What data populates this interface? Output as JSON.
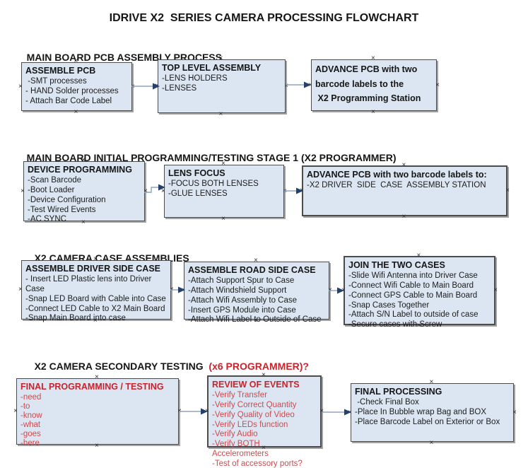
{
  "title": "IDRIVE X2  SERIES CAMERA PROCESSING FLOWCHART",
  "colors": {
    "box_fill": "#dce6f2",
    "box_border": "#4c4c4c",
    "box_shadow": "#a3a3a3",
    "red_heading": "#c9232b",
    "red_item": "#cc4a4e",
    "connector_line": "#8da3c0",
    "connector_arrow": "#24406b"
  },
  "sections": [
    {
      "heading_parts": [
        {
          "text": "MAIN BOARD PCB ASSEMBLY PROCESS"
        }
      ],
      "boxes": [
        {
          "head": "ASSEMBLE PCB",
          "items": [
            " -SMT processes",
            "- HAND Solder processes",
            "- Attach Bar Code Label"
          ]
        },
        {
          "head": "TOP LEVEL ASSEMBLY",
          "items": [
            "-LENS HOLDERS",
            "-LENSES"
          ]
        },
        {
          "head": "ADVANCE PCB with two\nbarcode labels to the\n X2 Programming Station",
          "items": []
        }
      ]
    },
    {
      "heading_parts": [
        {
          "text": "MAIN BOARD INITIAL PROGRAMMING/TESTING STAGE 1 (X2 PROGRAMMER)"
        }
      ],
      "boxes": [
        {
          "head": "DEVICE PROGRAMMING",
          "items": [
            "-Scan Barcode",
            "-Boot Loader",
            "-Device Configuration",
            "-Test Wired Events",
            "-AC SYNC"
          ]
        },
        {
          "head": "LENS FOCUS",
          "items": [
            "-FOCUS BOTH LENSES",
            "-GLUE LENSES"
          ]
        },
        {
          "head": "ADVANCE PCB with two barcode labels to:",
          "items": [
            "-X2 DRIVER  SIDE  CASE  ASSEMBLY STATION"
          ]
        }
      ]
    },
    {
      "heading_parts": [
        {
          "text": "X2 CAMERA CASE ASSEMBLIES"
        }
      ],
      "boxes": [
        {
          "head": "ASSEMBLE DRIVER SIDE CASE",
          "items": [
            "- Insert LED Plastic lens into Driver Case",
            "-Snap LED Board with Cable into Case",
            "-Connect LED Cable to X2 Main Board",
            "-Snap Main Board into case"
          ]
        },
        {
          "head": "ASSEMBLE ROAD SIDE CASE",
          "items": [
            "-Attach Support Spur to Case",
            "-Attach Windshield Support",
            "-Attach Wifi Assembly to Case",
            "-Insert GPS Module into Case",
            "-Attach Wifi Label to Outside of Case"
          ]
        },
        {
          "head": "JOIN THE TWO CASES",
          "items": [
            "-Slide Wifi Antenna into Driver Case",
            "-Connect Wifi Cable to Main Board",
            "-Connect GPS Cable to Main Board",
            "-Snap Cases Together",
            "-Attach S/N Label to outside of case",
            "-Secure cases with Screw"
          ]
        }
      ]
    },
    {
      "heading_parts": [
        {
          "text": "X2 CAMERA SECONDARY TESTING  "
        },
        {
          "text": "(x6 PROGRAMMER)?"
        }
      ],
      "boxes": [
        {
          "head": "FINAL PROGRAMMING / TESTING",
          "items": [
            "-need",
            "-to",
            "-know",
            "-what",
            "-goes",
            "-here"
          ]
        },
        {
          "head": "REVIEW OF EVENTS",
          "items": [
            "-Verify Transfer",
            "-Verify Correct Quantity",
            "-Verify Quality of Video",
            "-Verify LEDs function",
            "-Verify Audio",
            "-Verify BOTH Accelerometers",
            "-Test of accessory ports?"
          ]
        },
        {
          "head": "FINAL PROCESSING",
          "items": [
            " -Check Final Box",
            "-Place In Bubble wrap Bag and BOX",
            "-Place Barcode Label on Exterior or Box"
          ]
        }
      ]
    }
  ]
}
